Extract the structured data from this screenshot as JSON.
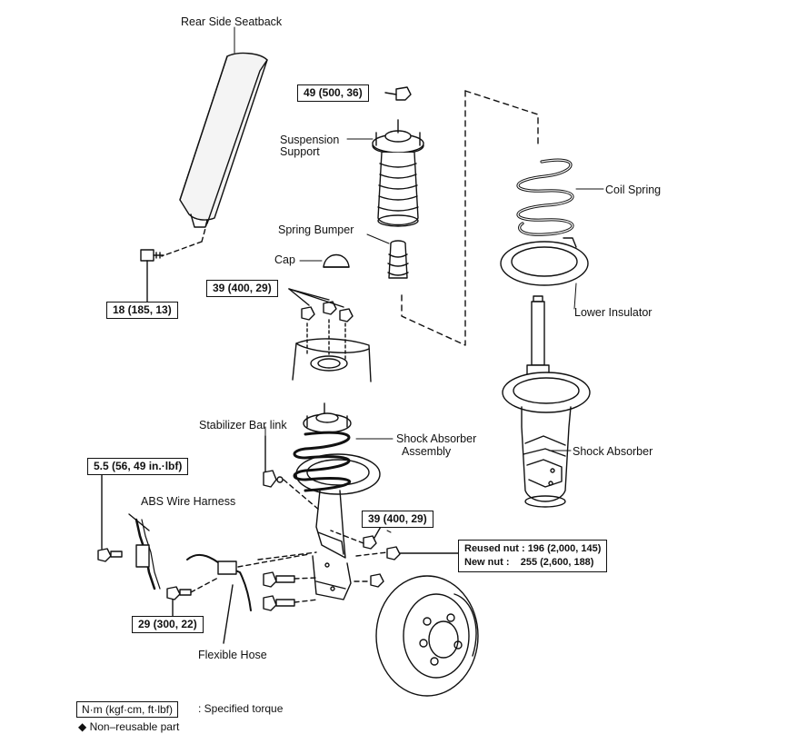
{
  "parts": {
    "rear_side_seatback": "Rear Side Seatback",
    "suspension_support": [
      "Suspension",
      "Support"
    ],
    "spring_bumper": "Spring Bumper",
    "cap": "Cap",
    "coil_spring": "Coil Spring",
    "lower_insulator": "Lower Insulator",
    "stabilizer_bar_link": "Stabilizer Bar link",
    "shock_absorber_assembly": [
      "Shock Absorber",
      "Assembly"
    ],
    "shock_absorber": "Shock Absorber",
    "abs_wire_harness": "ABS Wire Harness",
    "flexible_hose": "Flexible Hose"
  },
  "torques": {
    "support_nut": "49 (500, 36)",
    "seatback_bolt": "18 (185, 13)",
    "upper_mount_nuts": "39 (400, 29)",
    "harness_bolt": "5.5 (56, 49 in.·lbf)",
    "stabilizer_nut": "39 (400, 29)",
    "hose_bolt": "29 (300, 22)",
    "reused_nut_label": "Reused nut :",
    "reused_nut_value": "196 (2,000, 145)",
    "new_nut_label": "New nut :",
    "new_nut_value": "255 (2,600, 188)"
  },
  "legend": {
    "unit_box": "N·m (kgf·cm, ft·lbf)",
    "unit_desc": ": Specified torque",
    "nonreusable_symbol": "◆",
    "nonreusable_text": "Non–reusable part"
  }
}
